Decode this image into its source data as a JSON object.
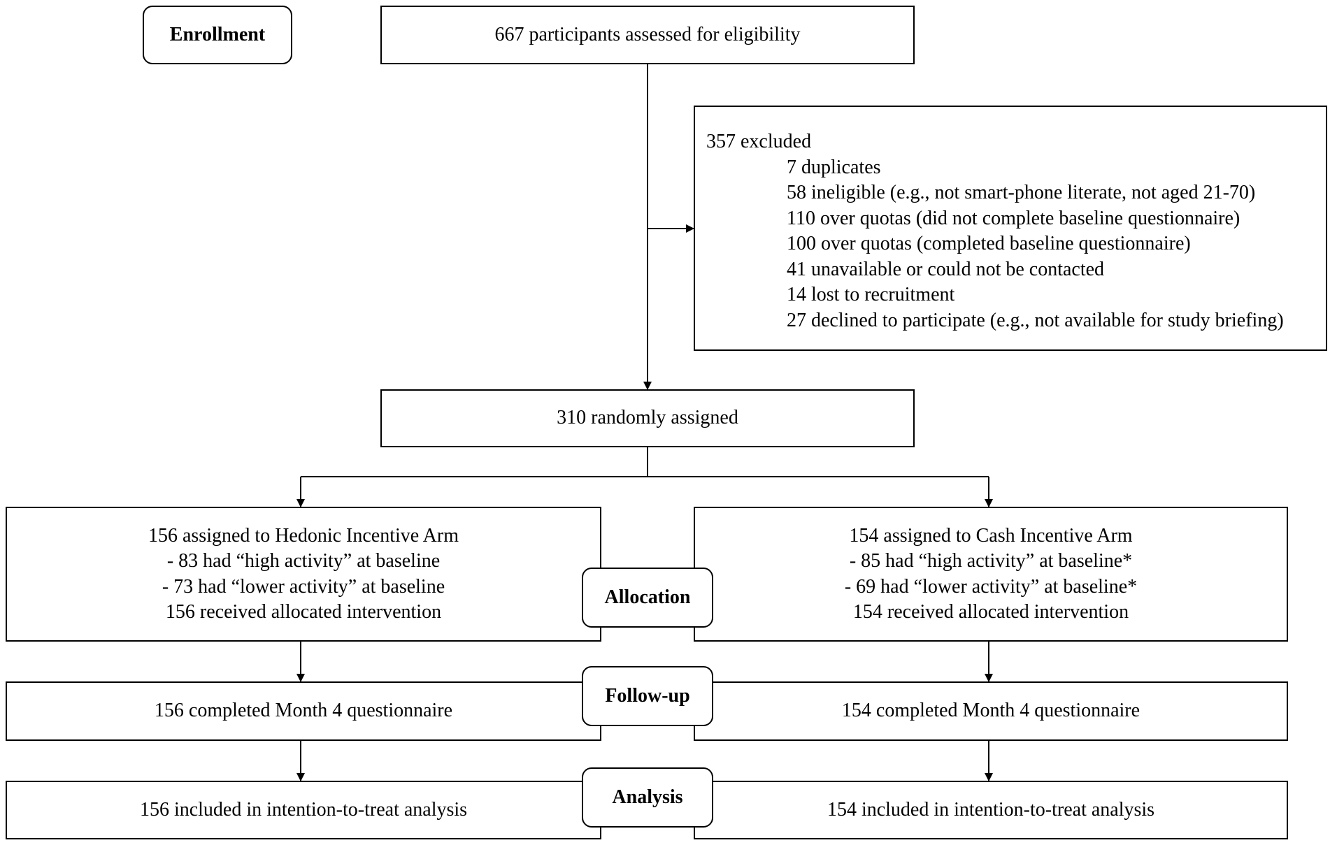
{
  "stages": {
    "enrollment": "Enrollment",
    "allocation": "Allocation",
    "follow_up": "Follow-up",
    "analysis": "Analysis"
  },
  "assessed": "667 participants assessed for eligibility",
  "excluded": {
    "title": "357 excluded",
    "reasons": [
      "7 duplicates",
      "58 ineligible (e.g., not smart-phone literate, not aged 21-70)",
      "110 over quotas (did not complete baseline questionnaire)",
      "100 over quotas (completed baseline questionnaire)",
      "41 unavailable or could not be contacted",
      "14 lost to recruitment",
      "27 declined to participate (e.g., not available for study briefing)"
    ]
  },
  "randomized": "310 randomly assigned",
  "arms": {
    "hedonic": {
      "allocation": [
        "156 assigned to Hedonic Incentive Arm",
        "- 83 had “high activity” at baseline",
        "- 73 had “lower activity” at baseline",
        "156 received allocated intervention"
      ],
      "follow_up": "156 completed Month 4 questionnaire",
      "analysis": "156 included in intention-to-treat analysis"
    },
    "cash": {
      "allocation": [
        "154 assigned to Cash Incentive Arm",
        "- 85 had “high activity” at baseline*",
        "- 69 had “lower activity” at baseline*",
        "154 received allocated intervention"
      ],
      "follow_up": "154 completed Month 4 questionnaire",
      "analysis": "154 included in intention-to-treat analysis"
    }
  }
}
